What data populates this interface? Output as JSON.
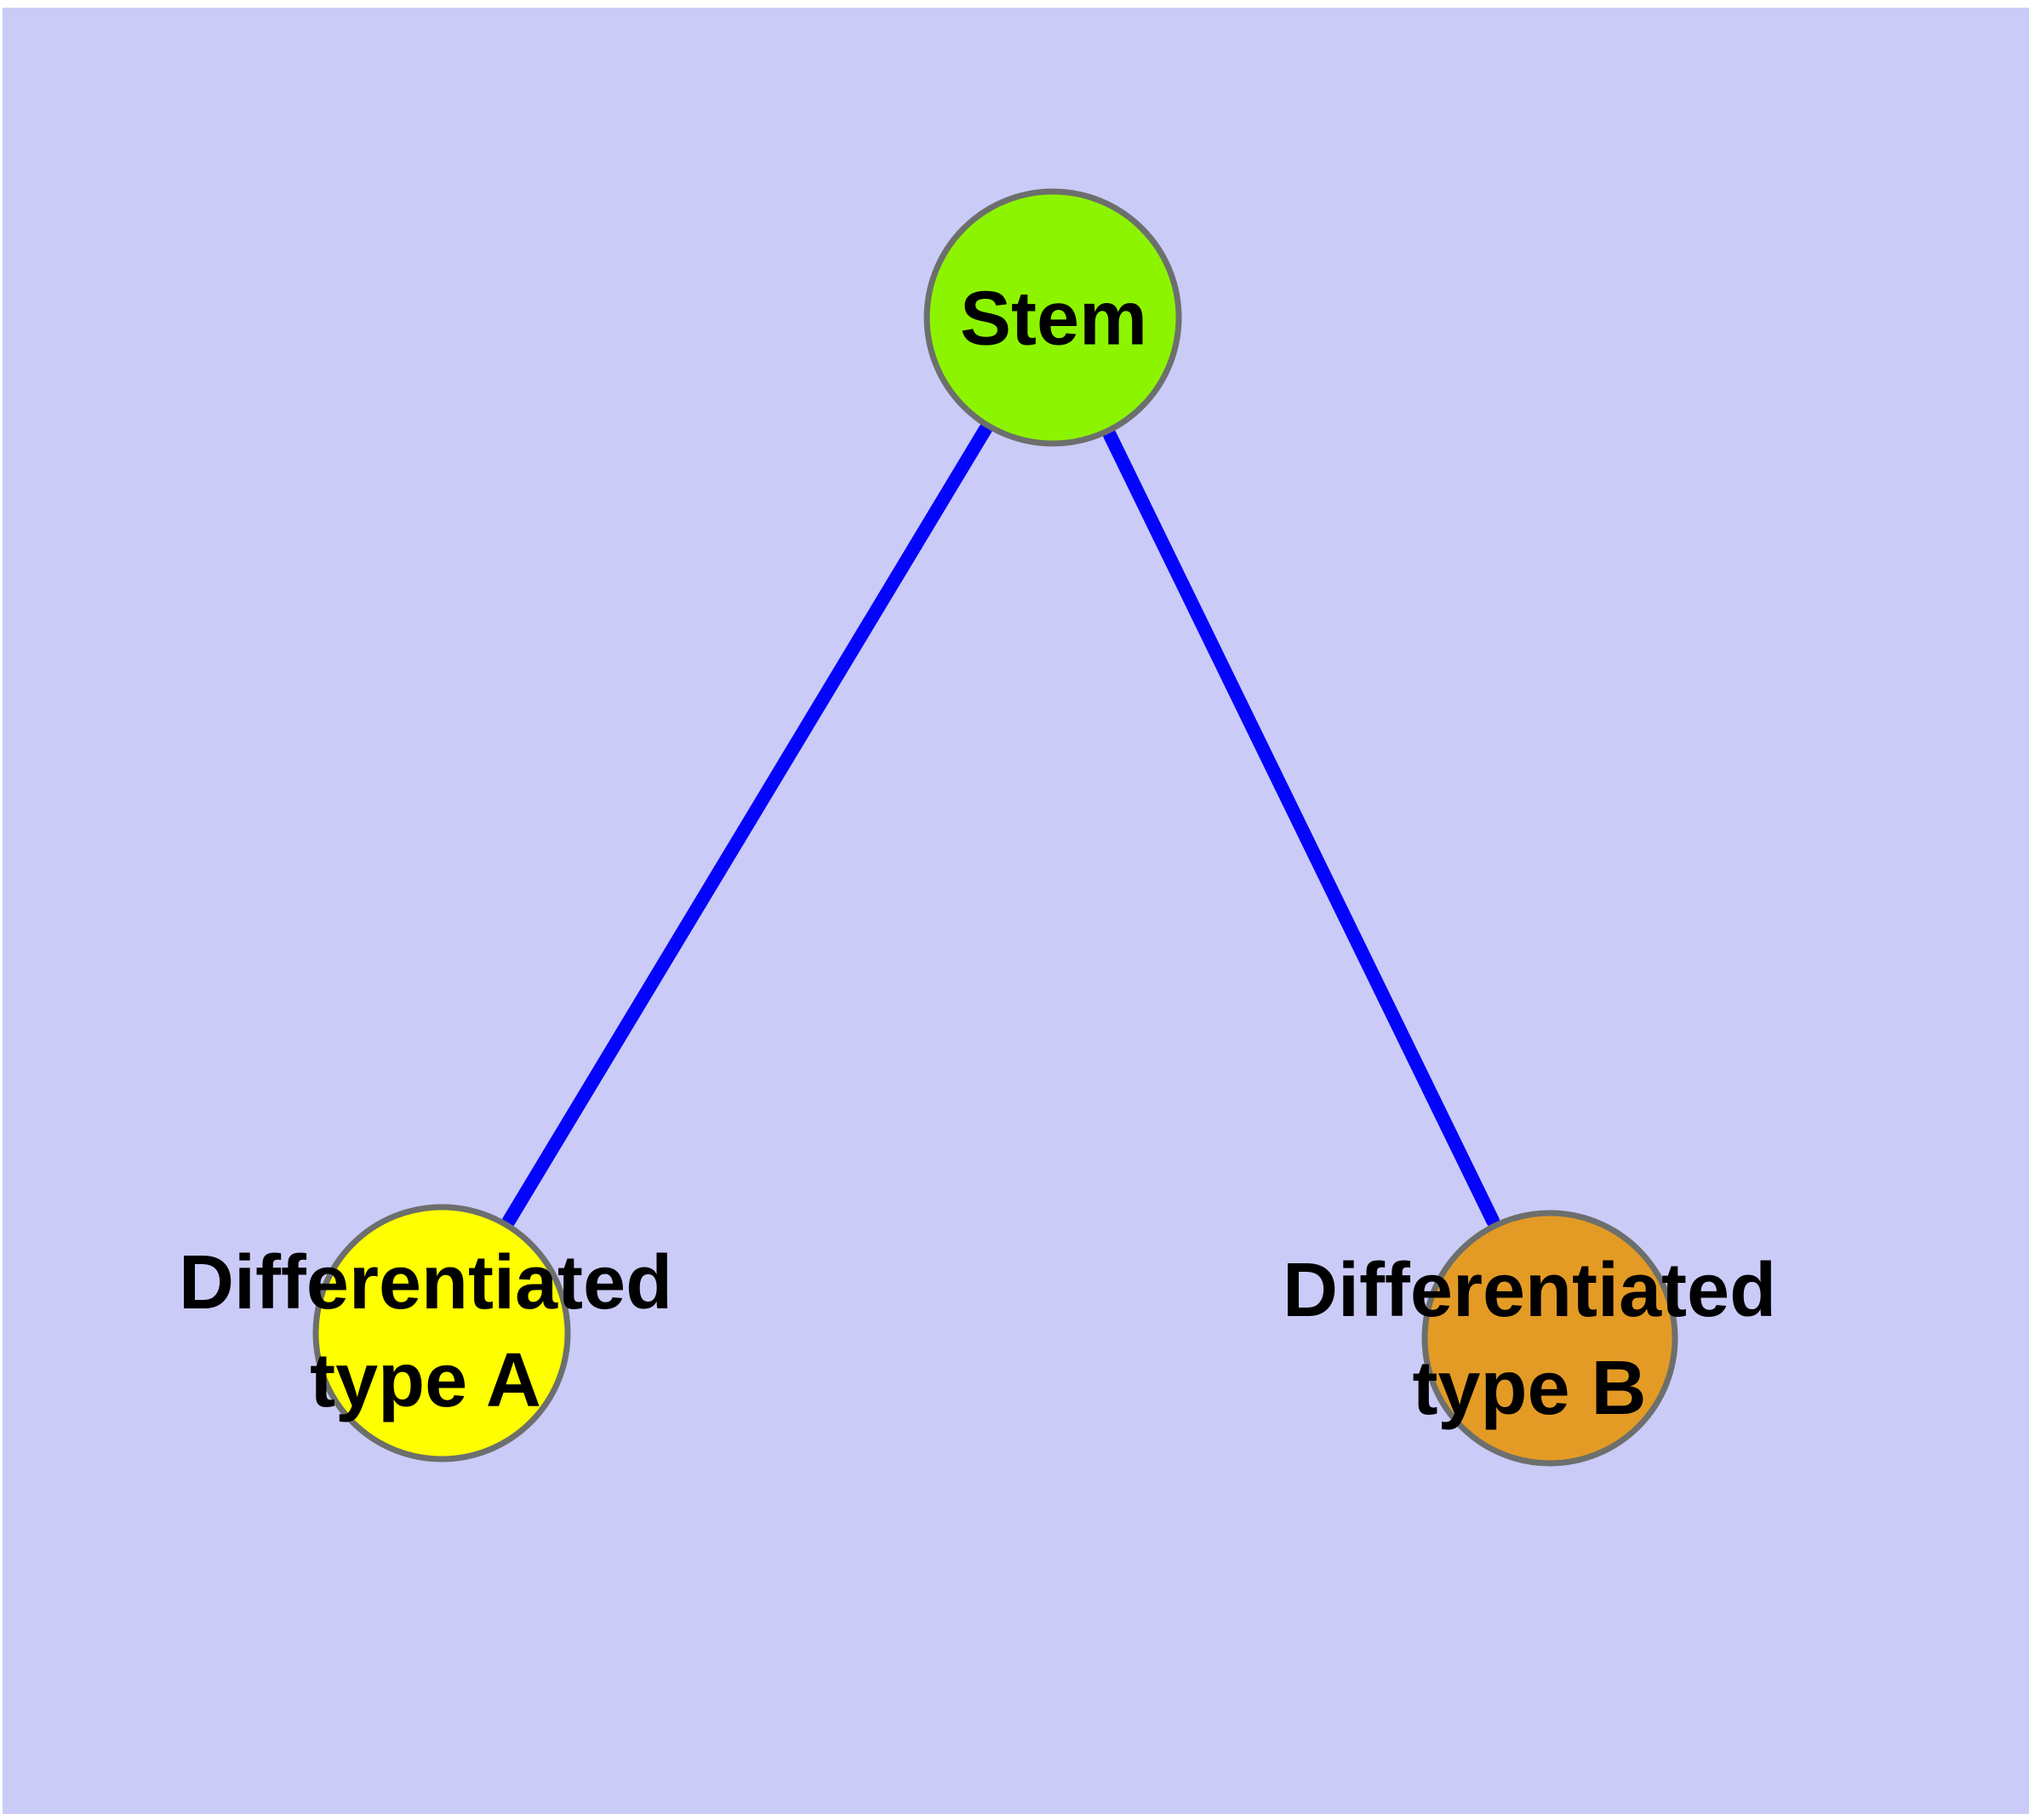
{
  "diagram": {
    "type": "graph",
    "background_color": "#CBCBF8",
    "edge_color": "#0404FC",
    "node_border_color": "#6C6F6C",
    "label_color": "#000000",
    "nodes": [
      {
        "id": "stem",
        "label": "Stem",
        "color": "#8DF400"
      },
      {
        "id": "differentiated-type-a",
        "label_line1": "Differentiated",
        "label_line2": "type A",
        "color": "#FFFF00"
      },
      {
        "id": "differentiated-type-b",
        "label_line1": "Differentiated",
        "label_line2": "type B",
        "color": "#E49B25"
      }
    ],
    "edges": [
      {
        "from": "Stem",
        "to": "Differentiated type A"
      },
      {
        "from": "Stem",
        "to": "Differentiated type B"
      }
    ]
  }
}
